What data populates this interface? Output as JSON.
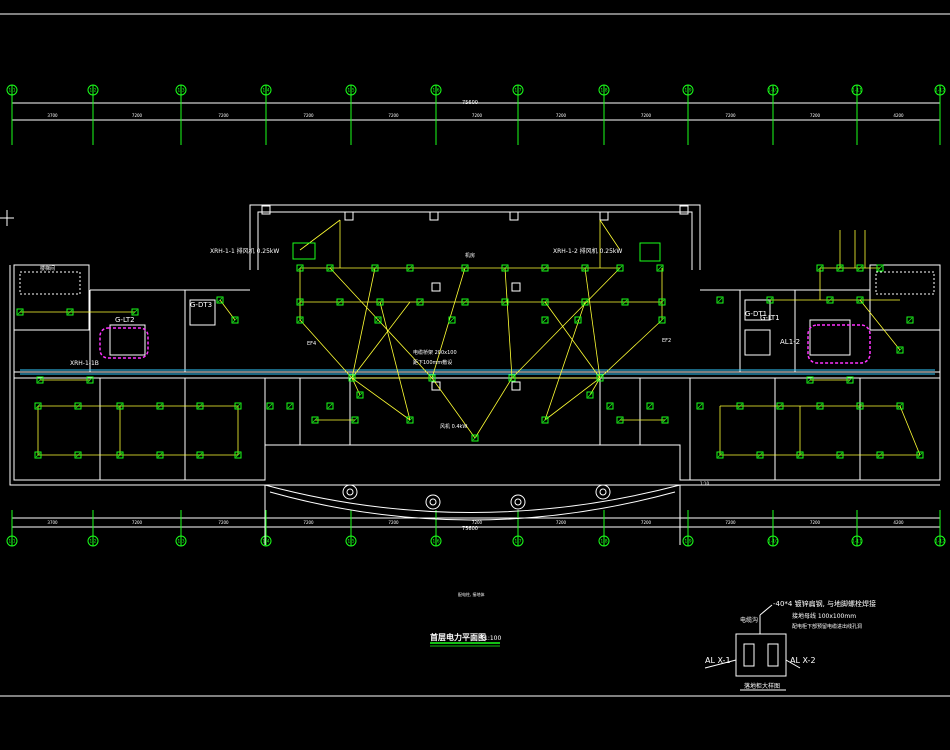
{
  "colors": {
    "background": "#000000",
    "grid_axis": "#1aff1a",
    "wall": "#ffffff",
    "wiring": "#ffff33",
    "fixture": "#1aff1a",
    "cable_tray": "#33ccff",
    "revision_cloud": "#ff33ff"
  },
  "grid": {
    "overall_dimension": "75600",
    "axes": [
      "1-1",
      "1-2",
      "1-3",
      "1-4",
      "1-5",
      "1-6",
      "1-7",
      "1-8",
      "1-9",
      "1-10",
      "1-11",
      "1-12"
    ],
    "spans": [
      "3700",
      "7200",
      "7200",
      "7200",
      "7200",
      "7200",
      "7200",
      "7200",
      "7200",
      "7200",
      "4200"
    ]
  },
  "labels": {
    "fan_left": "XRH-1-1 排风机 0.25kW",
    "fan_right": "XRH-1-2 排风机 0.25kW",
    "hall": "机房",
    "cable_tray_note": "电缆桥架 200x100",
    "cable_tray_note_2": "距下100mm敷设",
    "hall_fan": "风机 0.4kW",
    "panel_left": "G-LT2",
    "panel_left_2": "G-DT3",
    "panel_right": "G-DT1",
    "panel_right_2": "G-LT1",
    "panel_right_3": "AL1-2",
    "fan_left_2": "XRH-1-1B",
    "mid_left": "EF4",
    "mid_right": "EF2",
    "stair_note": "楼梯间",
    "scale_note": "1:10"
  },
  "footer": {
    "note_small": "配电柱, 接地体",
    "title": "首层电力平面图",
    "scale": "1:100"
  },
  "legend_detail": {
    "note_1": "-40*4 镀锌扁钢, 与地脚螺栓焊接",
    "note_2": "电缆沟",
    "note_3": "接地母线 100x100mm",
    "note_4": "配电柜下部预留电缆进出线孔洞",
    "left_tag": "AL X-1",
    "right_tag": "AL X-2",
    "caption": "落地柜大样图"
  }
}
